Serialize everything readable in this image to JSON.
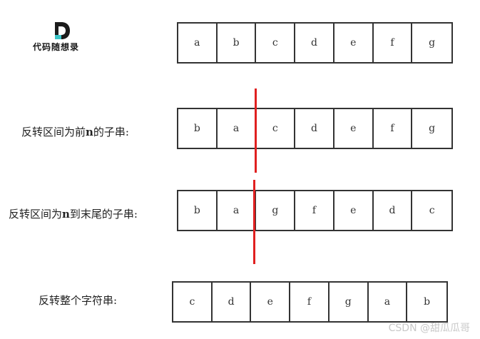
{
  "logo": {
    "text": "代码随想录"
  },
  "colors": {
    "divider": "#e02020",
    "border": "#333333",
    "logo_accent": "#3cc4c7"
  },
  "rows": [
    {
      "label": "",
      "cells": [
        "a",
        "b",
        "c",
        "d",
        "e",
        "f",
        "g"
      ]
    },
    {
      "label_parts": [
        "反转区间为前",
        "n",
        "的子串:"
      ],
      "cells": [
        "b",
        "a",
        "c",
        "d",
        "e",
        "f",
        "g"
      ]
    },
    {
      "label_parts": [
        "反转区间为",
        "n",
        "到末尾的子串:"
      ],
      "cells": [
        "b",
        "a",
        "g",
        "f",
        "e",
        "d",
        "c"
      ]
    },
    {
      "label": "反转整个字符串:",
      "cells": [
        "c",
        "d",
        "e",
        "f",
        "g",
        "a",
        "b"
      ]
    }
  ],
  "watermark": "CSDN @甜瓜瓜哥"
}
